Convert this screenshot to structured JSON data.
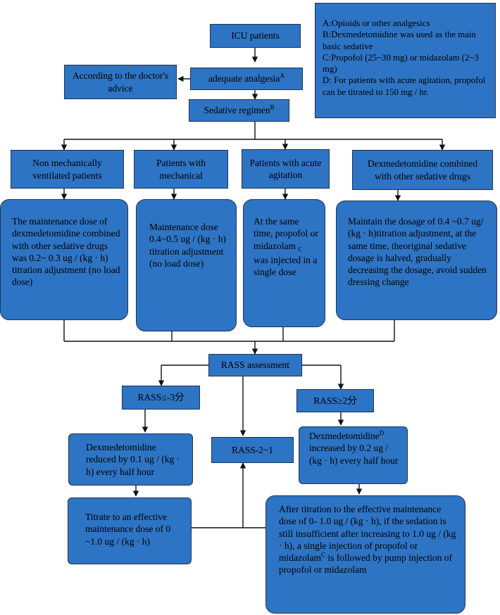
{
  "legend": {
    "a": "A:Opioids or other analgesics",
    "b": "B:Dexmedetomidine was used as the main basic sedative",
    "c": "C:Propofol (25~30 mg) or midazolam (2~3 mg)",
    "d": "D: For patients with acute agitation, propofol can be titrated to 150 mg / hr."
  },
  "nodes": {
    "icu": "ICU patients",
    "analgesia": "adequate analgesia",
    "analgesia_sup": "A",
    "doctor": "According to the doctor's advice",
    "sedative": "Sedative regimen",
    "sedative_sup": "B",
    "col1_head": "Non mechanically ventilated patients",
    "col2_head": "Patients with mechanical",
    "col3_head": "Patients with acute agitation",
    "col4_head": "Dexmedetomidine combined with other sedative drugs",
    "col1_body": "The maintenance dose of dexmedetomidine combined with other sedative drugs was 0.2~ 0.3 ug / (kg · h) titration adjustment (no load dose)",
    "col2_body": "Maintenance dose 0.4~0.5 ug / (kg · h) titration adjustment (no load dose)",
    "col3_body_a": "At the same time, propofol or midazolam",
    "col3_body_sub": "C",
    "col3_body_b": "was injected in a single dose",
    "col4_body": "Maintain the dosage of 0.4 ~0.7 ug/ (kg · h)titration adjustment, at the same time, theoriginal sedative dosage is halved, gradually decreasing the dosage, avoid sudden dressing change",
    "rass": "RASS assessment",
    "rass_low": "RASS≤-3分",
    "rass_mid": "RASS-2~1",
    "rass_high": "RASS≥2分",
    "reduce": "Dexmedetomidine reduced by 0.1 ug / (kg · h) every half hour",
    "titrate": "Titrate to an effective maintenance dose of 0 ~1.0 ug / (kg · h)",
    "increase_a": "Dexmedetomidine",
    "increase_sup": "D",
    "increase_b": "increased by 0.2 ug / (kg · h) every half hour",
    "after_a": "After titration to the effective maintenance dose of 0- 1.0 ug / (kg · h), if the sedation is still insufficient after increasing to 1.0 ug / (kg · h), a single injection of propofol or midazolam",
    "after_sup": "C",
    "after_b": "is followed by pump injection of propofol or midazolam"
  }
}
